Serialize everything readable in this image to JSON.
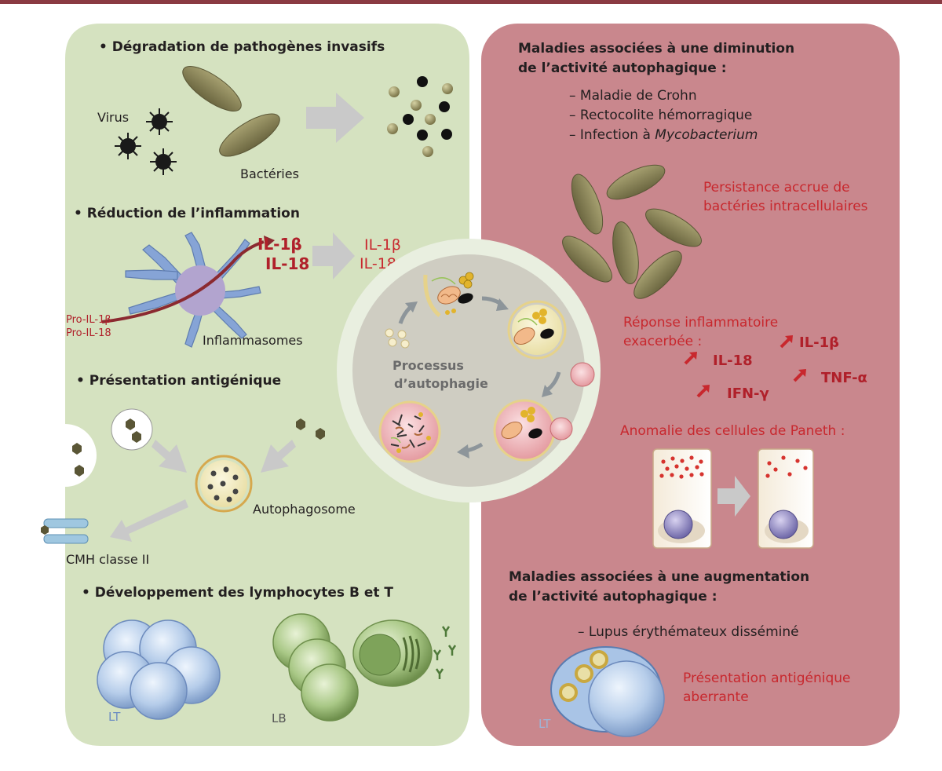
{
  "colors": {
    "top_bar": "#8a3a42",
    "left_panel": "#d5e2c0",
    "right_panel": "#c9878d",
    "center_ring": "#e9efe0",
    "center_circle": "#cfcdc2",
    "dark_red_text": "#b0202a",
    "red_text": "#c8282e",
    "black_text": "#231f20",
    "bacteria": "#8c8658",
    "arrow_grey": "#c9c9c9",
    "lymph_blue": "#a9c4e6",
    "lymph_green": "#9fbf7a"
  },
  "left": {
    "degradation": {
      "heading": "• Dégradation de pathogènes invasifs",
      "virus_label": "Virus",
      "bacteria_label": "Bactéries"
    },
    "inflammation": {
      "heading": "• Réduction de l’inflammation",
      "il1b_bold": "IL-1β",
      "il18_bold": "IL-18",
      "il1b_light": "IL-1β",
      "il18_light": "IL-18",
      "pro_il1b": "Pro-IL-1β",
      "pro_il18": "Pro-IL-18",
      "inflammasomes_label": "Inflammasomes"
    },
    "antigen": {
      "heading": "• Présentation antigénique",
      "autophagosome_label": "Autophagosome",
      "cmh_label": "CMH classe II"
    },
    "lymphocytes": {
      "heading": "• Développement des lymphocytes B et T",
      "lt_label": "LT",
      "lb_label": "LB"
    }
  },
  "center": {
    "title_line1": "Processus",
    "title_line2": "d’autophagie"
  },
  "right": {
    "decrease": {
      "heading_line1": "Maladies associées à une diminution",
      "heading_line2": "de l’activité autophagique :",
      "items": [
        "– Maladie de Crohn",
        "– Rectocolite hémorragique",
        "– Infection à "
      ],
      "italic_term": "Mycobacterium",
      "persistence_line1": "Persistance accrue de",
      "persistence_line2": "bactéries intracellulaires",
      "response_line1": "Réponse inflammatoire",
      "response_line2": "exacerbée :",
      "cytokines": [
        "IL-1β",
        "IL-18",
        "TNF-α",
        "IFN-γ"
      ],
      "paneth_label": "Anomalie des cellules de Paneth :"
    },
    "increase": {
      "heading_line1": "Maladies associées à une augmentation",
      "heading_line2": "de l’activité autophagique :",
      "item": "– Lupus érythémateux disséminé",
      "presentation_line1": "Présentation antigénique",
      "presentation_line2": "aberrante",
      "lt_label": "LT"
    }
  }
}
